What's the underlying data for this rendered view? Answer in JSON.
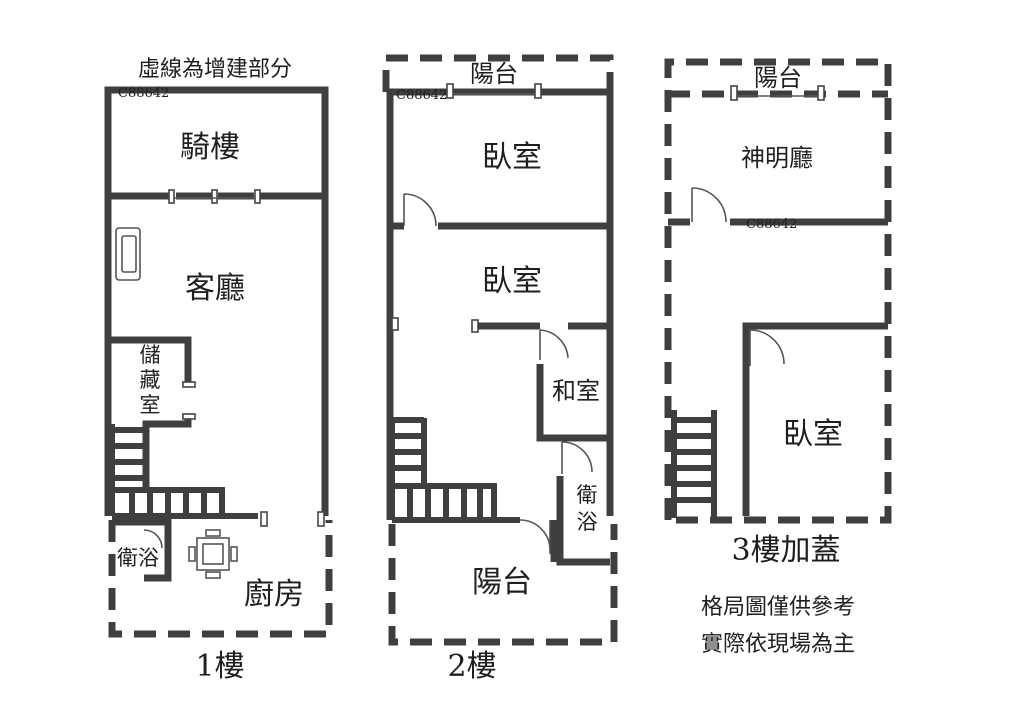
{
  "notes": {
    "extension_note": "虛線為增建部分",
    "disclaimer_line1": "格局圖僅供參考",
    "disclaimer_line2": "實際依現場為主"
  },
  "watermark_code": "C88642",
  "floors": {
    "floor1": {
      "label": "1樓",
      "rooms": {
        "arcade": "騎樓",
        "living_room": "客廳",
        "storage_c1": "儲",
        "storage_c2": "藏",
        "storage_c3": "室",
        "bathroom": "衛浴",
        "kitchen": "廚房"
      }
    },
    "floor2": {
      "label": "2樓",
      "rooms": {
        "balcony_front": "陽台",
        "bedroom_front": "臥室",
        "bedroom_middle": "臥室",
        "japanese_room": "和室",
        "bathroom_c1": "衛",
        "bathroom_c2": "浴",
        "balcony_rear": "陽台"
      }
    },
    "floor3": {
      "label": "3樓加蓋",
      "rooms": {
        "balcony": "陽台",
        "shrine_hall": "神明廳",
        "bedroom": "臥室"
      }
    }
  }
}
